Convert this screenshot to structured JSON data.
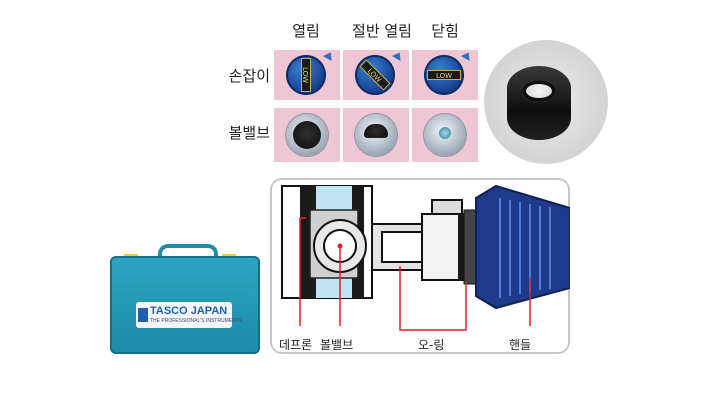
{
  "columns": [
    "열림",
    "절반 열림",
    "닫힘"
  ],
  "rows": [
    "손잡이",
    "볼밸브"
  ],
  "knob_tag": "LOW",
  "case": {
    "brand": "TASCO JAPAN",
    "subtitle": "THE PROFESSIONAL'S INSTRUMENTS"
  },
  "diagram_labels": {
    "deflon": "데프론",
    "ball_valve": "볼밸브",
    "o_ring": "오-링",
    "handle": "핸들"
  },
  "colors": {
    "knob_cell_bg": "#eec6d4",
    "case": "#1f9ab8",
    "leader_line": "#e0202a"
  }
}
